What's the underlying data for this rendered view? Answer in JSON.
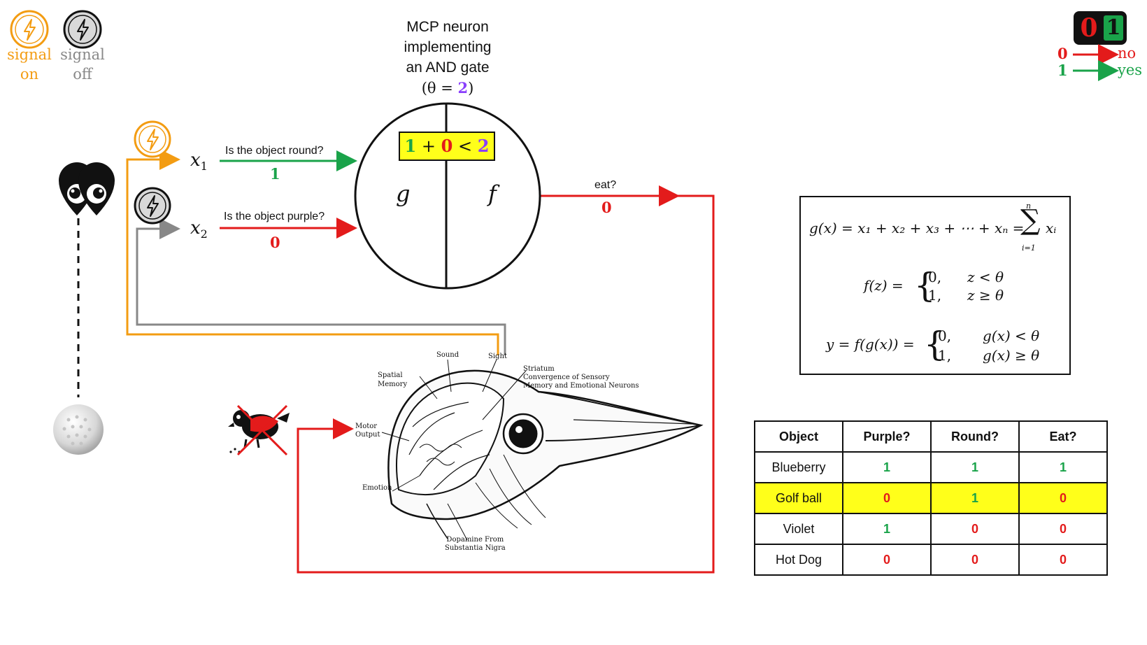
{
  "legend": {
    "signal_on": {
      "line1": "signal",
      "line2": "on"
    },
    "signal_off": {
      "line1": "signal",
      "line2": "off"
    }
  },
  "binary_key": {
    "zero": "0",
    "one": "1",
    "zero_label": "no",
    "one_label": "yes",
    "badge_zero": "0",
    "badge_one": "1"
  },
  "neuron": {
    "title_lines": [
      "MCP neuron",
      "implementing",
      "an AND gate"
    ],
    "theta_prefix": "(θ = ",
    "theta_value": "2",
    "theta_suffix": ")",
    "sum_expr": {
      "a": "1",
      "plus": "+",
      "b": "0",
      "lt": "<",
      "theta": "2"
    },
    "g_label": "g",
    "f_label": "f"
  },
  "inputs": [
    {
      "var": "x",
      "sub": "1",
      "question": "Is the object round?",
      "value": "1"
    },
    {
      "var": "x",
      "sub": "2",
      "question": "Is the object purple?",
      "value": "0"
    }
  ],
  "output": {
    "question": "eat?",
    "value": "0"
  },
  "brain_labels": {
    "sound": "Sound",
    "sight": "Sight",
    "spatial": [
      "Spatial",
      "Memory"
    ],
    "striatum": [
      "Striatum",
      "Convergence of Sensory",
      "Memory and Emotional Neurons"
    ],
    "motor": [
      "Motor",
      "Output"
    ],
    "emotion": "Emotion",
    "dopamine": [
      "Dopamine From",
      "Substantia Nigra"
    ]
  },
  "formulas": {
    "g_def": "g(x) = x₁ + x₂ + x₃ + ⋯ + xₙ =",
    "sum_top": "n",
    "sum_bottom": "i=1",
    "sum_term": "xᵢ",
    "f_lhs": "f(z) =",
    "f_case0": "0,",
    "f_cond0": "z < θ",
    "f_case1": "1,",
    "f_cond1": "z ≥ θ",
    "y_lhs": "y = f(g(x)) =",
    "y_case0": "0,",
    "y_cond0": "g(x) < θ",
    "y_case1": "1,",
    "y_cond1": "g(x) ≥ θ"
  },
  "table": {
    "headers": [
      "Object",
      "Purple?",
      "Round?",
      "Eat?"
    ],
    "rows": [
      {
        "object": "Blueberry",
        "purple": "1",
        "round": "1",
        "eat": "1",
        "highlight": false
      },
      {
        "object": "Golf ball",
        "purple": "0",
        "round": "1",
        "eat": "0",
        "highlight": true
      },
      {
        "object": "Violet",
        "purple": "1",
        "round": "0",
        "eat": "0",
        "highlight": false
      },
      {
        "object": "Hot Dog",
        "purple": "0",
        "round": "0",
        "eat": "0",
        "highlight": false
      }
    ]
  },
  "colors": {
    "signal_on": "#f39c12",
    "signal_off": "#888888",
    "yes_green": "#1aa34a",
    "no_red": "#e31b1b",
    "theta_purple": "#8a3ffc",
    "highlight_yellow": "#ffff1a"
  },
  "icons": [
    "lightning-on-icon",
    "lightning-off-icon",
    "eye-pin-icon",
    "golf-ball-icon",
    "crossed-bird-icon",
    "crow-brain-illustration"
  ]
}
